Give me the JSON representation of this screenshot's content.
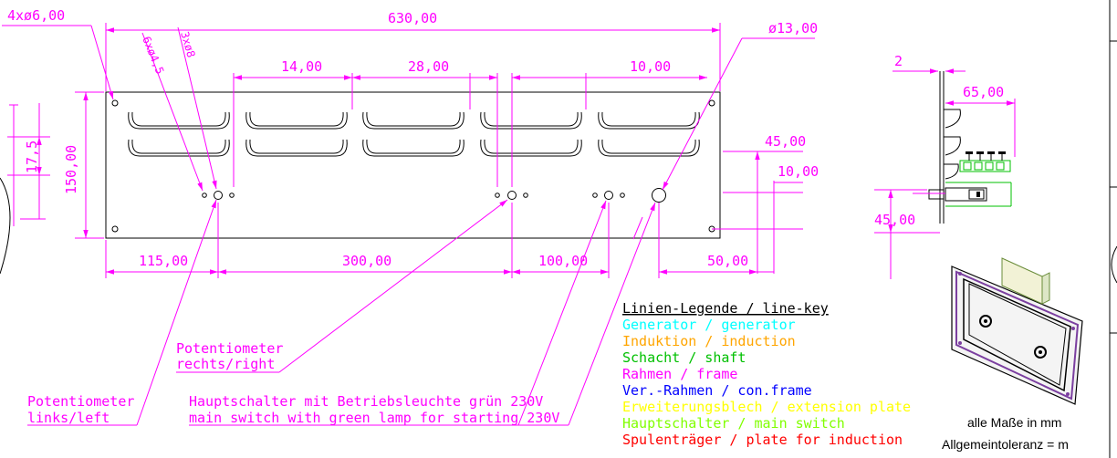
{
  "colors": {
    "dimension": "#ff00ff",
    "outline": "#000000",
    "generator": "#00ffff",
    "induction": "#ffa500",
    "shaft": "#00c000",
    "frame": "#ff00ff",
    "con_frame": "#0000ff",
    "extension_plate": "#ffff00",
    "main_switch": "#80ff00",
    "plate_induction": "#ff0000"
  },
  "front_view": {
    "dims": {
      "holes_4": "4xø6,00",
      "holes_6": "6xø4,5",
      "holes_3": "3xø8",
      "overall_width": "630,00",
      "gap_1": "14,00",
      "gap_2": "28,00",
      "gap_3": "10,00",
      "hole_13": "ø13,00",
      "height": "150,00",
      "side_17": "17,5",
      "right_45": "45,00",
      "right_10": "10,00",
      "bottom_115": "115,00",
      "bottom_300": "300,00",
      "bottom_100": "100,00",
      "bottom_50": "50,00"
    },
    "annotations": {
      "pot_right_line1": "Potentiometer",
      "pot_right_line2": "rechts/right",
      "pot_left_line1": "Potentiometer",
      "pot_left_line2": "links/left",
      "main_switch_line1": "Hauptschalter mit Betriebsleuchte grün 230V",
      "main_switch_line2": "main switch with green lamp for starting 230V"
    }
  },
  "side_view": {
    "dims": {
      "thickness": "2",
      "depth": "65,00",
      "height": "45,00"
    }
  },
  "legend": {
    "title": "Linien-Legende / line-key",
    "entries": [
      {
        "label": "Generator / generator",
        "color": "#00ffff"
      },
      {
        "label": "Induktion / induction",
        "color": "#ffa500"
      },
      {
        "label": "Schacht / shaft",
        "color": "#00c000"
      },
      {
        "label": "Rahmen / frame",
        "color": "#ff00ff"
      },
      {
        "label": "Ver.-Rahmen / con.frame",
        "color": "#0000ff"
      },
      {
        "label": "Erweiterungsblech / extension plate",
        "color": "#ffff00"
      },
      {
        "label": "Hauptschalter / main switch",
        "color": "#80ff00"
      },
      {
        "label": "Spulenträger / plate for induction",
        "color": "#ff0000"
      }
    ]
  },
  "notes": {
    "all_mm": "alle Maße in mm",
    "tolerance": "Allgemeintoleranz = m"
  }
}
